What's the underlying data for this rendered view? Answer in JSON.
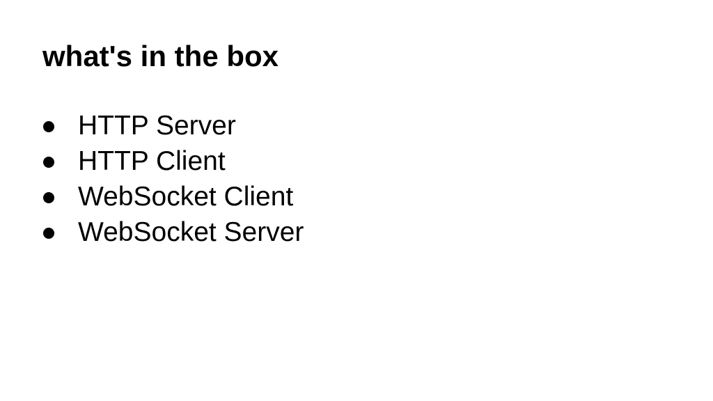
{
  "slide": {
    "title": "what's in the box",
    "bullets": [
      {
        "text": "HTTP Server"
      },
      {
        "text": "HTTP Client"
      },
      {
        "text": "WebSocket Client"
      },
      {
        "text": "WebSocket Server"
      }
    ]
  },
  "colors": {
    "background": "#ffffff",
    "text": "#000000"
  },
  "icons": {
    "bullet": "filled-circle"
  }
}
